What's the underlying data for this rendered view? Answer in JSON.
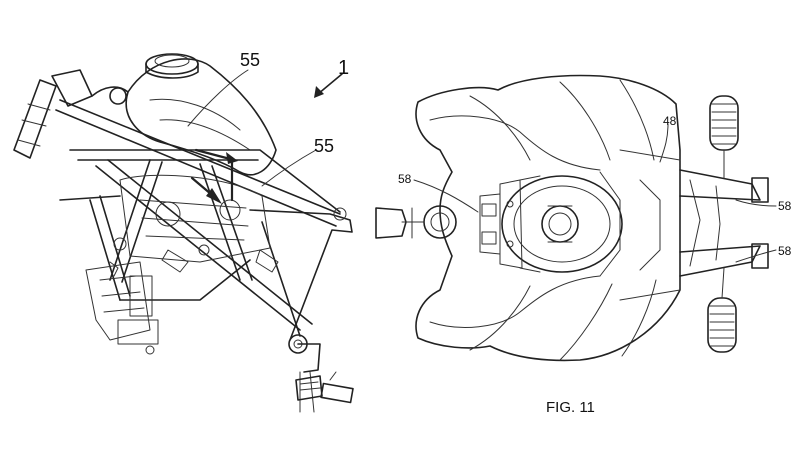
{
  "labels": {
    "ref_1": "1",
    "ref_55_top": "55",
    "ref_55_mid": "55",
    "ref_48": "48",
    "ref_58_left": "58",
    "ref_58_right_top": "58",
    "ref_58_right_bottom": "58",
    "fig": "FIG. 11"
  }
}
